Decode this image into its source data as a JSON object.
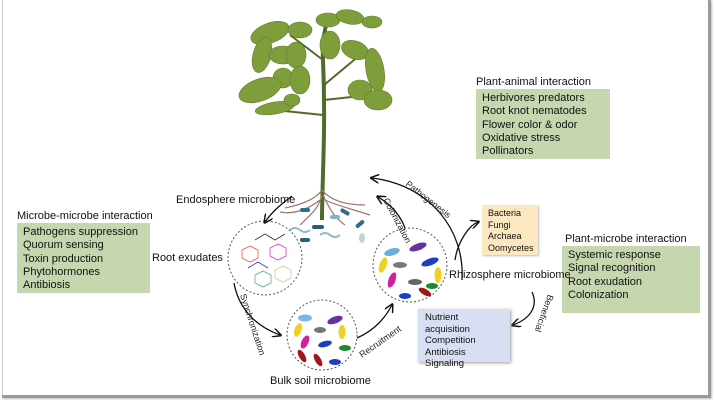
{
  "plant_animal": {
    "title": "Plant-animal interaction",
    "items": [
      "Herbivores predators",
      "Root knot nematodes",
      "Flower color & odor",
      "Oxidative stress",
      "Pollinators"
    ]
  },
  "microbe_microbe": {
    "title": "Microbe-microbe interaction",
    "items": [
      "Pathogens suppression",
      "Quorum sensing",
      "Toxin production",
      "Phytohormones",
      "Antibiosis"
    ]
  },
  "plant_microbe": {
    "title": "Plant-microbe interaction",
    "items": [
      "Systemic response",
      "Signal recognition",
      "Root exudation",
      "Colonization"
    ]
  },
  "pathogens": {
    "items": [
      "Bacteria",
      "Fungi",
      "Archaea",
      "Oomycetes"
    ]
  },
  "beneficial_functions": {
    "items": [
      "Nutrient acquisition",
      "Competition",
      "Antibiosis",
      "Signaling"
    ]
  },
  "labels": {
    "endosphere": "Endosphere microbiome",
    "root_exudates": "Root exudates",
    "rhizosphere": "Rhizosphere microbiome",
    "bulk_soil": "Bulk soil microbiome"
  },
  "arrows": {
    "colonization": "Colonization",
    "pathogenesis": "Pathogenesis",
    "synchronization": "Synchronization",
    "recruitment": "Recruitment",
    "beneficial": "Beneficial"
  },
  "colors": {
    "green_box": "#c6d6ae",
    "yellow_box": "#fbe7c0",
    "blue_box": "#d8dff2",
    "leaf": "#7a9a3a",
    "stem": "#4f6a2a",
    "root": "#a0756a"
  }
}
